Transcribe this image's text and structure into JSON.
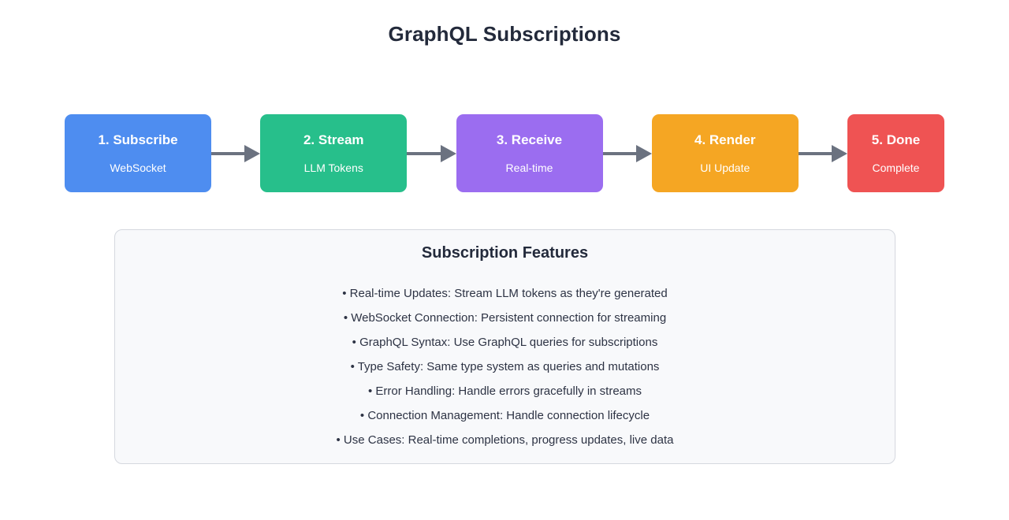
{
  "page": {
    "title": "GraphQL Subscriptions",
    "background_color": "#ffffff",
    "title_color": "#232a3b"
  },
  "flow": {
    "arrow_color": "#6b7280",
    "steps": [
      {
        "title": "1. Subscribe",
        "subtitle": "WebSocket",
        "color": "#4e8df0",
        "text_color": "#ffffff"
      },
      {
        "title": "2. Stream",
        "subtitle": "LLM Tokens",
        "color": "#27bf8b",
        "text_color": "#ffffff"
      },
      {
        "title": "3. Receive",
        "subtitle": "Real-time",
        "color": "#9b6df0",
        "text_color": "#ffffff"
      },
      {
        "title": "4. Render",
        "subtitle": "UI Update",
        "color": "#f5a623",
        "text_color": "#ffffff"
      },
      {
        "title": "5. Done",
        "subtitle": "Complete",
        "color": "#ef5353",
        "text_color": "#ffffff"
      }
    ]
  },
  "features_panel": {
    "heading": "Subscription Features",
    "background_color": "#f8f9fb",
    "border_color": "#d5d8df",
    "items": [
      "• Real-time Updates: Stream LLM tokens as they're generated",
      "• WebSocket Connection: Persistent connection for streaming",
      "• GraphQL Syntax: Use GraphQL queries for subscriptions",
      "• Type Safety: Same type system as queries and mutations",
      "• Error Handling: Handle errors gracefully in streams",
      "• Connection Management: Handle connection lifecycle",
      "• Use Cases: Real-time completions, progress updates, live data"
    ]
  }
}
